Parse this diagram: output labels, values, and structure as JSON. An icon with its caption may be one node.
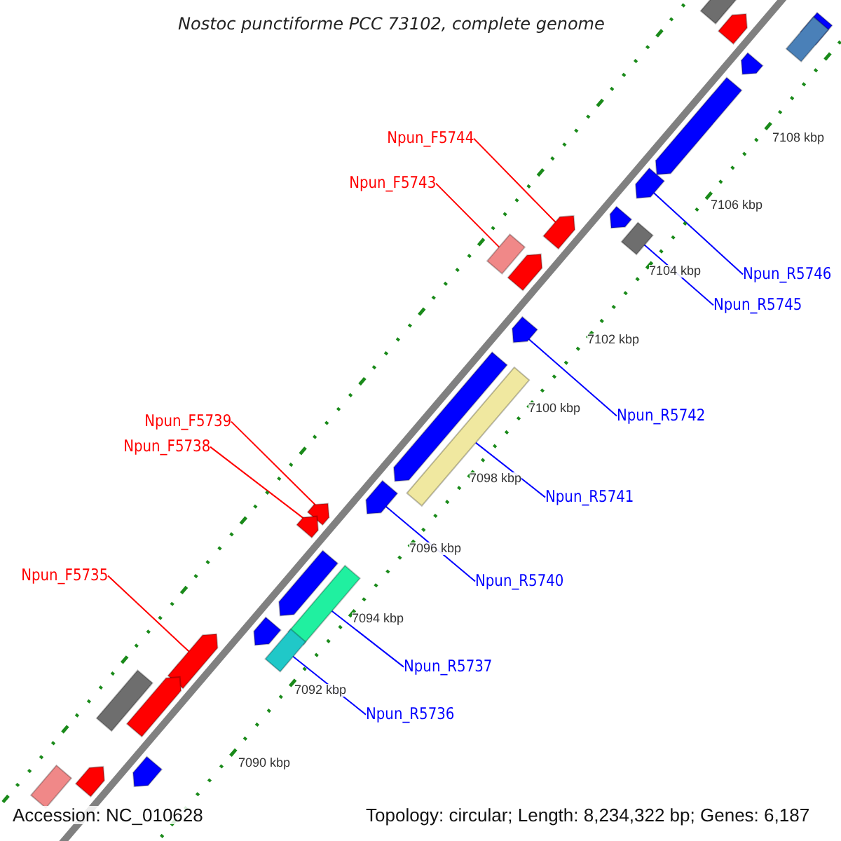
{
  "diagram": {
    "title": "Nostoc punctiforme PCC 73102, complete genome",
    "nodes": [
      {
        "text": [
          "Npun_F5744"
        ]
      },
      {
        "text": [
          "Npun_F5743"
        ]
      },
      {
        "text": [
          "Npun_R5746"
        ]
      },
      {
        "text": [
          "Npun_R5745"
        ]
      },
      {
        "text": [
          "Npun_R5742"
        ]
      },
      {
        "text": [
          "Npun_F5739"
        ]
      },
      {
        "text": [
          "Npun_F5738"
        ]
      },
      {
        "text": [
          "Npun_R5741"
        ]
      },
      {
        "text": [
          "Npun_R5740"
        ]
      },
      {
        "text": [
          "Npun_F5735"
        ]
      },
      {
        "text": [
          "Npun_R5737"
        ]
      },
      {
        "text": [
          "Npun_R5736"
        ]
      },
      {
        "text": [],
        "shape": "box"
      },
      {
        "text": [],
        "shape": "arrow"
      },
      {
        "text": [],
        "shape": "arrow"
      },
      {
        "text": [],
        "shape": "box"
      },
      {
        "text": [],
        "shape": "arrow"
      },
      {
        "text": [],
        "shape": "arrow"
      },
      {
        "text": [],
        "shape": "arrow"
      },
      {
        "text": [],
        "shape": "arrow"
      },
      {
        "text": [],
        "shape": "arrow"
      },
      {
        "text": [],
        "shape": "box"
      },
      {
        "text": [],
        "shape": "box"
      },
      {
        "text": [],
        "shape": "arrow"
      },
      {
        "text": [],
        "shape": "arrow"
      },
      {
        "text": [],
        "shape": "arrow"
      },
      {
        "text": [],
        "shape": "box"
      },
      {
        "text": [],
        "shape": "arrow"
      },
      {
        "text": [],
        "shape": "arrow"
      },
      {
        "text": [],
        "shape": "arrow"
      },
      {
        "text": [],
        "shape": "arrow"
      },
      {
        "text": [],
        "shape": "box"
      },
      {
        "text": [],
        "shape": "arrow"
      },
      {
        "text": [],
        "shape": "box"
      },
      {
        "text": [],
        "shape": "arrow"
      },
      {
        "text": [],
        "shape": "arrow"
      },
      {
        "text": [],
        "shape": "box"
      },
      {
        "text": [],
        "shape": "arrow"
      },
      {
        "text": [],
        "shape": "arrow"
      },
      {
        "text": [],
        "shape": "box"
      }
    ],
    "edges": [
      {
        "from": 0,
        "to": 20,
        "arrow": "none",
        "color": "#ff0000"
      },
      {
        "from": 1,
        "to": 22,
        "arrow": "none",
        "color": "#ff0000"
      },
      {
        "from": 2,
        "to": 18,
        "arrow": "none"
      },
      {
        "from": 3,
        "to": 21,
        "arrow": "none"
      },
      {
        "from": 4,
        "to": 24,
        "arrow": "none"
      },
      {
        "from": 5,
        "to": 28,
        "arrow": "none",
        "color": "#ff0000"
      },
      {
        "from": 6,
        "to": 29,
        "arrow": "none",
        "color": "#ff0000"
      },
      {
        "from": 7,
        "to": 26,
        "arrow": "none"
      },
      {
        "from": 8,
        "to": 27,
        "arrow": "none"
      },
      {
        "from": 9,
        "to": 34,
        "arrow": "none",
        "color": "#ff0000"
      },
      {
        "from": 10,
        "to": 31,
        "arrow": "none"
      },
      {
        "from": 11,
        "to": 33,
        "arrow": "none"
      }
    ],
    "labels": [
      "7108 kbp",
      "7106 kbp",
      "7104 kbp",
      "7102 kbp",
      "7100 kbp",
      "7098 kbp",
      "7096 kbp",
      "7094 kbp",
      "7092 kbp",
      "7090 kbp",
      "Accession: NC_010628",
      "Topology: circular; Length: 8,234,322 bp; Genes: 6,187"
    ]
  }
}
